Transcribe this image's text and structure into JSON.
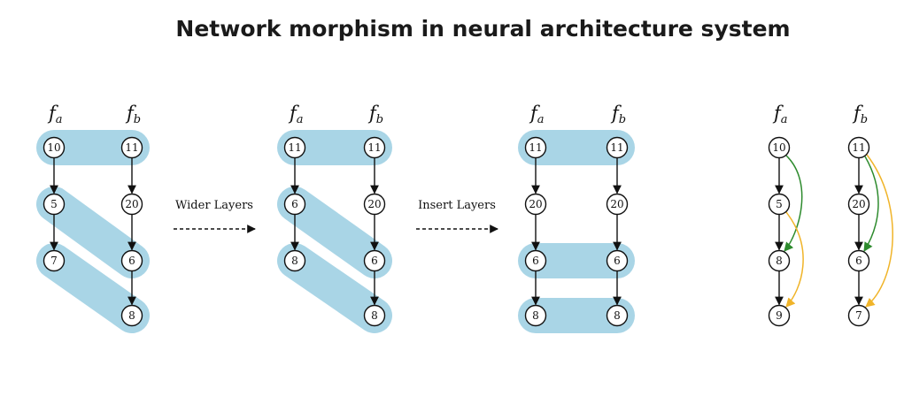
{
  "title": "Network morphism in neural architecture system",
  "column_labels": {
    "a_base": "f",
    "a_sub": "a",
    "b_base": "f",
    "b_sub": "b"
  },
  "operations": {
    "wider": "Wider Layers",
    "insert": "Insert Layers"
  },
  "colors": {
    "highlight": "#a9d5e6",
    "green_edge": "#2e8b2e",
    "orange_edge": "#f0b429"
  },
  "panels": [
    {
      "name": "panel-1",
      "fa": [
        "10",
        "5",
        "7"
      ],
      "fb": [
        "11",
        "20",
        "6",
        "8"
      ]
    },
    {
      "name": "panel-2",
      "fa": [
        "11",
        "6",
        "8"
      ],
      "fb": [
        "11",
        "20",
        "6",
        "8"
      ]
    },
    {
      "name": "panel-3",
      "fa": [
        "11",
        "20",
        "6",
        "8"
      ],
      "fb": [
        "11",
        "20",
        "6",
        "8"
      ]
    },
    {
      "name": "panel-4",
      "fa": [
        "10",
        "5",
        "8",
        "9"
      ],
      "fb": [
        "11",
        "20",
        "6",
        "7"
      ]
    }
  ]
}
